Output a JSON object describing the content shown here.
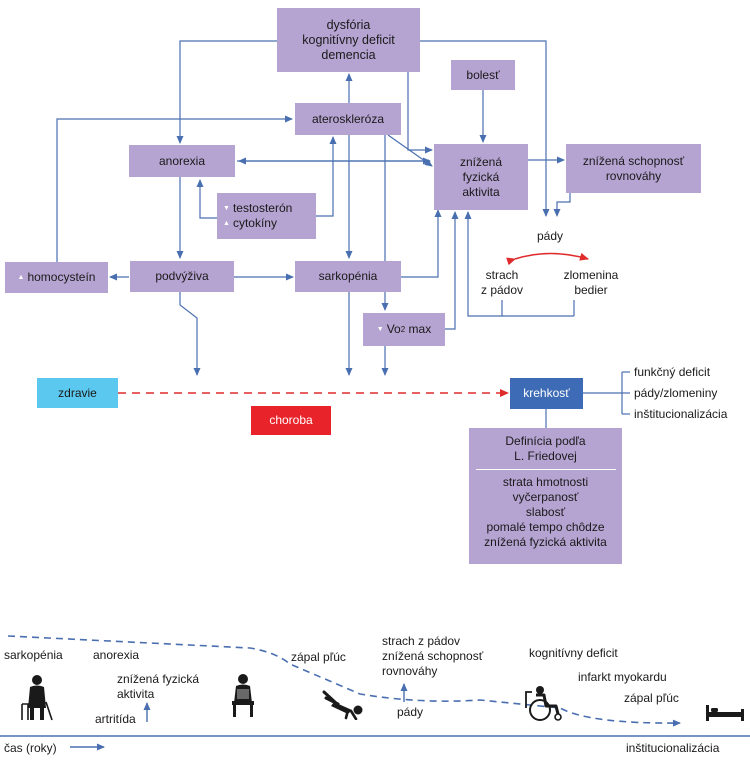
{
  "colors": {
    "box": "#b5a3d1",
    "arrow": "#4a6fb0",
    "red_arrow": "#e02b2b",
    "health": "#5bc8ef",
    "disease": "#e8232a",
    "frailty": "#3e6bb5"
  },
  "nodes": {
    "top": [
      "dysfória",
      "kognitívny deficit",
      "demencia"
    ],
    "pain": "bolesť",
    "atherosclerosis": "ateroskleróza",
    "anorexia": "anorexia",
    "low_activity": [
      "znížená",
      "fyzická",
      "aktivita"
    ],
    "low_balance": [
      "znížená schopnosť",
      "rovnováhy"
    ],
    "hormones": [
      "testosterón",
      "cytokíny"
    ],
    "falls": "pády",
    "fear_of_falls": [
      "strach",
      "z pádov"
    ],
    "hip_fracture": [
      "zlomenina",
      "bedier"
    ],
    "homocysteine": "homocysteín",
    "malnutrition": "podvýživa",
    "sarcopenia": "sarkopénia",
    "vo2max": {
      "base": "Vo",
      "sub": "2",
      "rest": " max"
    },
    "health": "zdravie",
    "frailty": "krehkosť",
    "disease": "choroba",
    "outcomes": [
      "funkčný deficit",
      "pády/zlomeniny",
      "inštitucionalizácia"
    ],
    "definition": {
      "title": [
        "Definícia podľa",
        "L. Friedovej"
      ],
      "criteria": [
        "strata hmotnosti",
        "vyčerpanosť",
        "slabosť",
        "pomalé tempo chôdze",
        "znížená fyzická aktivita"
      ]
    }
  },
  "icons": {
    "down_triangle": "▼",
    "up_triangle": "▲",
    "elderly_person": "elderly-walker-icon",
    "seated_person": "elderly-seated-icon",
    "falling_person": "falling-person-icon",
    "wheelchair": "wheelchair-icon",
    "bed": "bed-icon"
  },
  "timeline": {
    "sarcopenia": "sarkopénia",
    "anorexia": "anorexia",
    "low_activity": [
      "znížená fyzická",
      "aktivita"
    ],
    "arthritis": "artritída",
    "pneumonia1": "zápal pľúc",
    "fear_group": [
      "strach z pádov",
      "znížená schopnosť",
      "rovnováhy"
    ],
    "falls": "pády",
    "cognitive": "kognitívny deficit",
    "infarct": "infarkt myokardu",
    "pneumonia2": "zápal pľúc",
    "time_label": "čas (roky)",
    "end_label": "inštitucionalizácia"
  }
}
